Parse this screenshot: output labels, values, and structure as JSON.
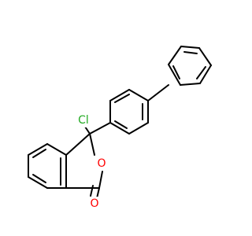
{
  "molecule": {
    "atom_labels": {
      "chlorine": "Cl",
      "ring_oxygen": "O",
      "carbonyl_oxygen": "O"
    },
    "colors": {
      "bond": "#000000",
      "chlorine": "#22aa22",
      "oxygen": "#ff0000"
    }
  }
}
